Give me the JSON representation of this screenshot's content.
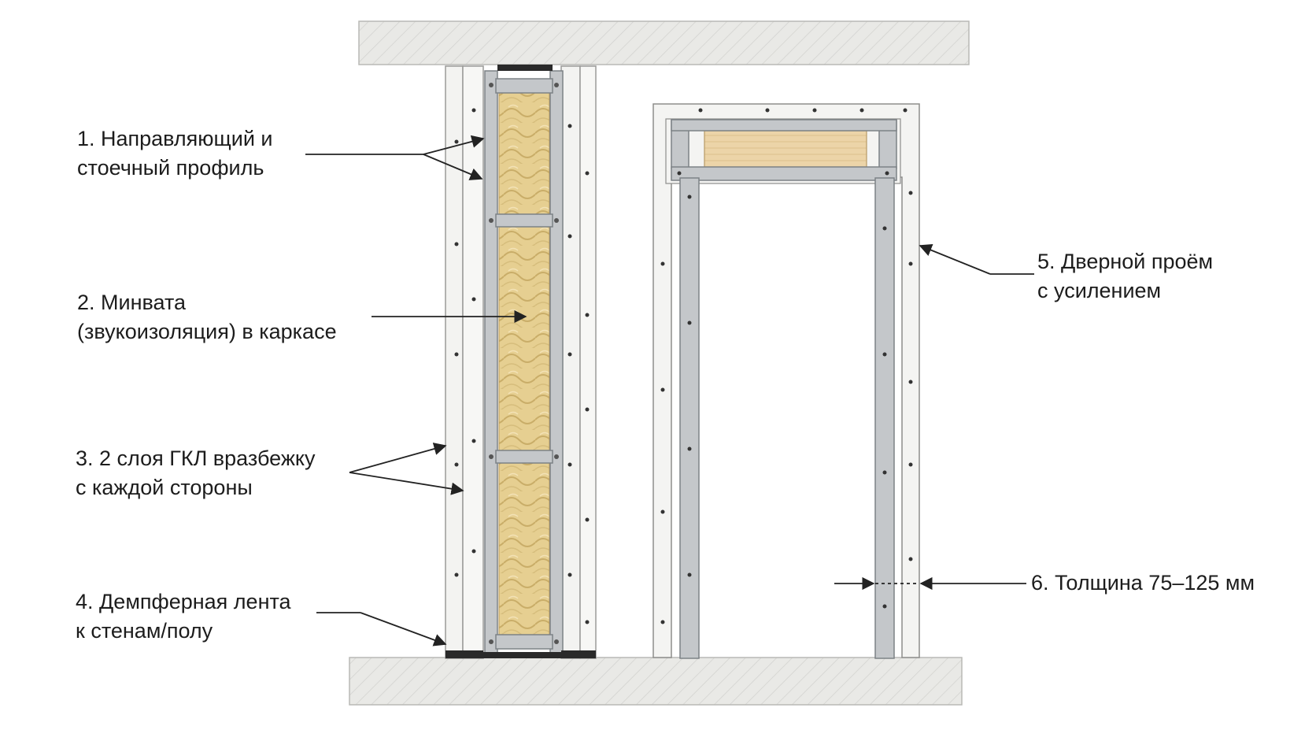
{
  "callouts": [
    {
      "id": "profiles",
      "lines": [
        "1. Направляющий и",
        "стоечный профиль"
      ]
    },
    {
      "id": "mineral-wool",
      "lines": [
        "2. Минвата",
        "(звукоизоляция) в каркасе"
      ]
    },
    {
      "id": "drywall-layers",
      "lines": [
        "3. 2 слоя ГКЛ вразбежку",
        "с каждой стороны"
      ]
    },
    {
      "id": "damper-tape",
      "lines": [
        "4. Демпферная лента",
        "к стенам/полу"
      ]
    },
    {
      "id": "door-opening",
      "lines": [
        "5. Дверной проём",
        "с усилением"
      ]
    },
    {
      "id": "thickness",
      "lines": [
        "6. Толщина 75–125 мм"
      ]
    }
  ],
  "colors": {
    "concrete": "#e9e9e6",
    "drywall": "#f2f2f0",
    "steel": "#c4c7ca",
    "wool": "#e6cf91",
    "tape": "#2a2a2a",
    "wood": "#ecd4a8",
    "line": "#333333"
  }
}
